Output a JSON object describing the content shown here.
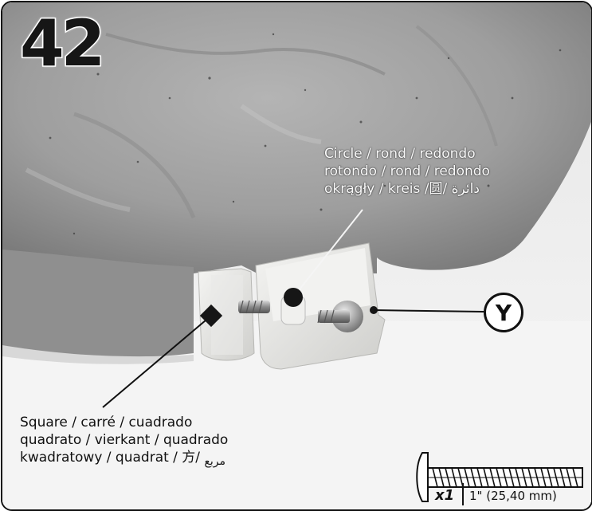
{
  "step": {
    "number": "42"
  },
  "callouts": {
    "circle": {
      "line1": "Circle / rond / redondo",
      "line2": "rotondo / rond / redondo",
      "line3": "okrągły / kreis /圆/ دائرة"
    },
    "square": {
      "line1": "Square / carré / cuadrado",
      "line2": "quadrato / vierkant / quadrado",
      "line3": "kwadratowy / quadrat / 方/",
      "line3_arabic": "مربع"
    },
    "part_letter": "Y"
  },
  "screw": {
    "quantity": "x1",
    "size": "1\" (25,40 mm)"
  }
}
